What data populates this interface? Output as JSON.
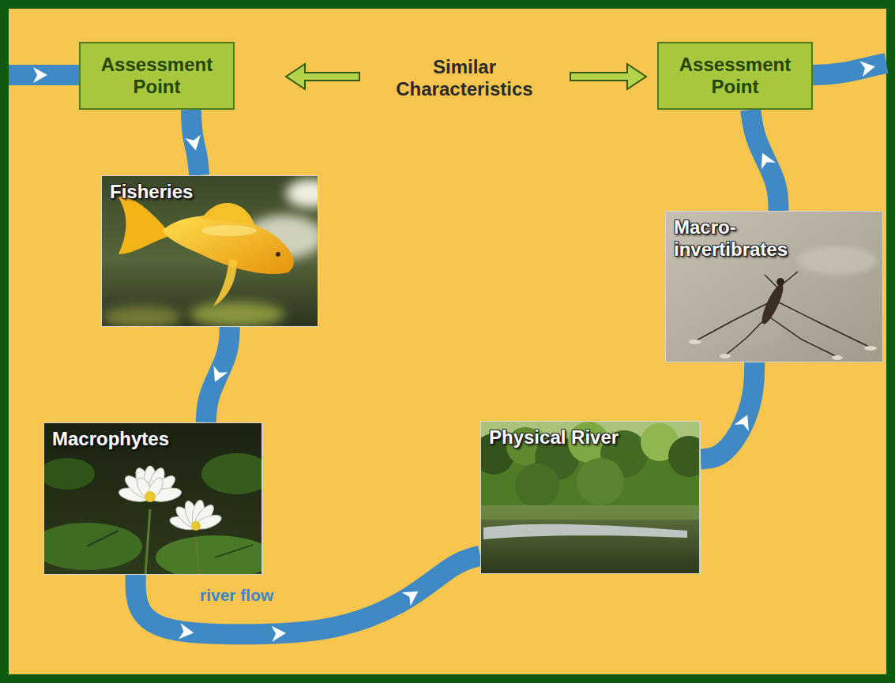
{
  "diagram": {
    "nodes": [
      {
        "text": [
          "Assessment Point"
        ]
      },
      {
        "text": [
          "Assessment Point"
        ]
      },
      {
        "text": [
          "Fisheries"
        ]
      },
      {
        "text": [
          "Macro- invertibrates"
        ]
      },
      {
        "text": [
          "Macrophytes"
        ]
      },
      {
        "text": [
          "Physical River"
        ]
      }
    ],
    "edges": [
      {
        "from": 0,
        "to": 2,
        "arrow": "to"
      },
      {
        "from": 2,
        "to": 4,
        "arrow": "to"
      },
      {
        "from": 4,
        "to": 5,
        "label": "river flow",
        "arrow": "to"
      },
      {
        "from": 5,
        "to": 3,
        "arrow": "to"
      },
      {
        "from": 3,
        "to": 1,
        "arrow": "to"
      }
    ],
    "labels": [
      "Similar Characteristics"
    ]
  }
}
